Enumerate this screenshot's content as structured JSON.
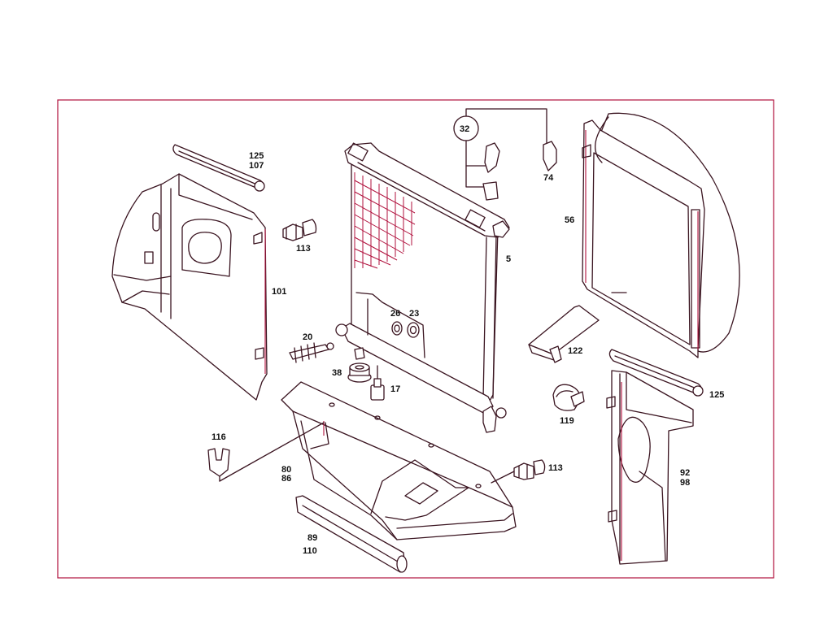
{
  "labels": {
    "l125a": "125",
    "l107": "107",
    "l113a": "113",
    "l101": "101",
    "l20": "20",
    "l38": "38",
    "l17": "17",
    "l26": "26",
    "l23": "23",
    "l32": "32",
    "l74": "74",
    "l5": "5",
    "l56": "56",
    "l122": "122",
    "l119": "119",
    "l125b": "125",
    "l116": "116",
    "l80": "80",
    "l86": "86",
    "l113b": "113",
    "l89": "89",
    "l110": "110",
    "l92": "92",
    "l98": "98"
  },
  "colors": {
    "frame": "#b0103c",
    "line": "#3a1420",
    "text": "#111111"
  }
}
